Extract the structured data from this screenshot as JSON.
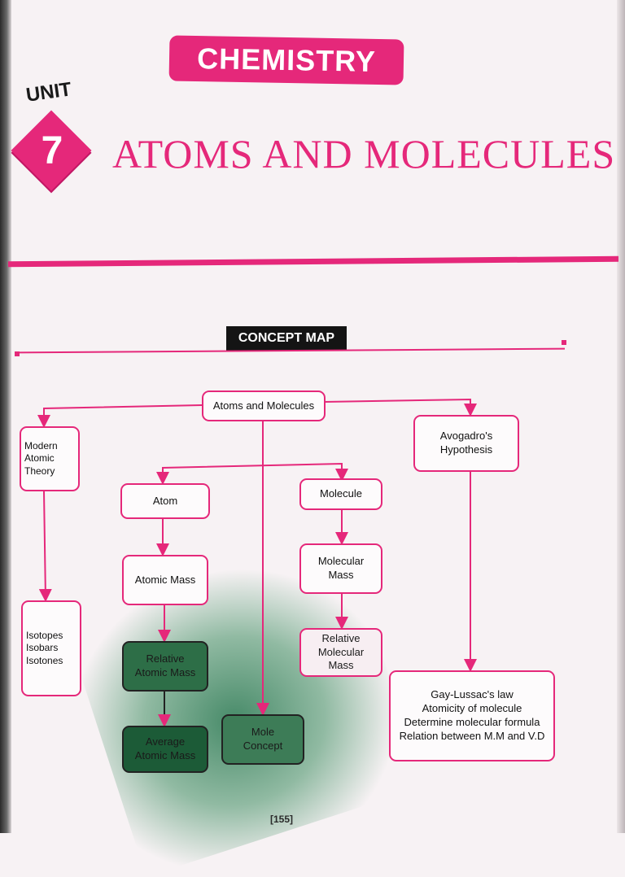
{
  "header": {
    "subject": "CHEMISTRY",
    "unit_label": "UNIT",
    "unit_number": "7",
    "title": "ATOMS AND MOLECULES"
  },
  "concept_map": {
    "tag": "CONCEPT MAP",
    "nodes": {
      "root": "Atoms and Molecules",
      "modern_theory": "Modern\nAtomic\nTheory",
      "avogadro": "Avogadro's\nHypothesis",
      "atom": "Atom",
      "molecule": "Molecule",
      "atomic_mass": "Atomic Mass",
      "molecular_mass": "Molecular\nMass",
      "isotopes": "Isotopes\nIsobars\nIsotones",
      "relative_atomic_mass": "Relative\nAtomic Mass",
      "relative_molecular_mass": "Relative\nMolecular\nMass",
      "average_atomic_mass": "Average\nAtomic Mass",
      "mole_concept": "Mole\nConcept",
      "gay_lussac": "Gay-Lussac's law\nAtomicity of molecule\nDetermine molecular formula\nRelation between M.M and V.D"
    }
  },
  "footer": {
    "page_number": "[155]"
  },
  "colors": {
    "accent": "#e5287a",
    "dark_box": "#0f4a2c"
  }
}
